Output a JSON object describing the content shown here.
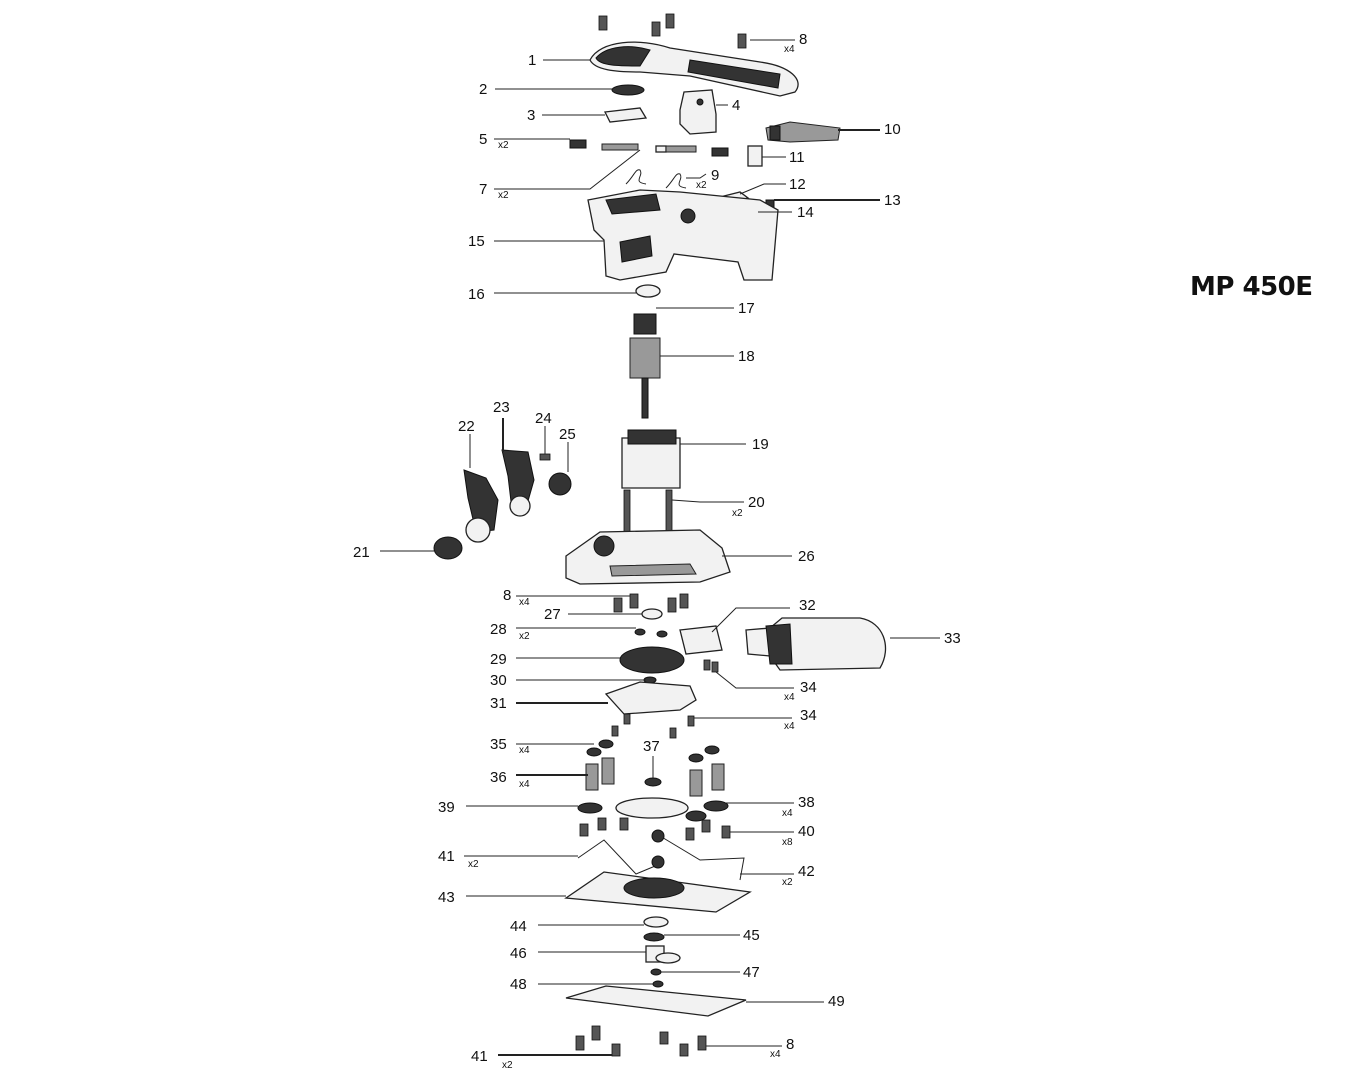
{
  "model": "MP 450E",
  "labels": {
    "p1": "1",
    "p2": "2",
    "p3": "3",
    "p4": "4",
    "p5": "5",
    "p7": "7",
    "p8a": "8",
    "p8b": "8",
    "p8c": "8",
    "p9": "9",
    "p10": "10",
    "p11": "11",
    "p12": "12",
    "p13": "13",
    "p14": "14",
    "p15": "15",
    "p16": "16",
    "p17": "17",
    "p18": "18",
    "p19": "19",
    "p20": "20",
    "p21": "21",
    "p22": "22",
    "p23": "23",
    "p24": "24",
    "p25": "25",
    "p26": "26",
    "p27": "27",
    "p28": "28",
    "p29": "29",
    "p30": "30",
    "p31": "31",
    "p32": "32",
    "p33": "33",
    "p34a": "34",
    "p34b": "34",
    "p35": "35",
    "p36": "36",
    "p37": "37",
    "p38": "38",
    "p39": "39",
    "p40": "40",
    "p41a": "41",
    "p41b": "41",
    "p42": "42",
    "p43": "43",
    "p44": "44",
    "p45": "45",
    "p46": "46",
    "p47": "47",
    "p48": "48",
    "p49": "49"
  },
  "quantities": {
    "q8a": "x4",
    "q5": "x2",
    "q7": "x2",
    "q9": "x2",
    "q20": "x2",
    "q8b": "x4",
    "q28": "x2",
    "q34a": "x4",
    "q34b": "x4",
    "q35": "x4",
    "q36": "x4",
    "q38": "x4",
    "q40": "x8",
    "q41a": "x2",
    "q42": "x2",
    "q8c": "x4",
    "q41b": "x2"
  }
}
